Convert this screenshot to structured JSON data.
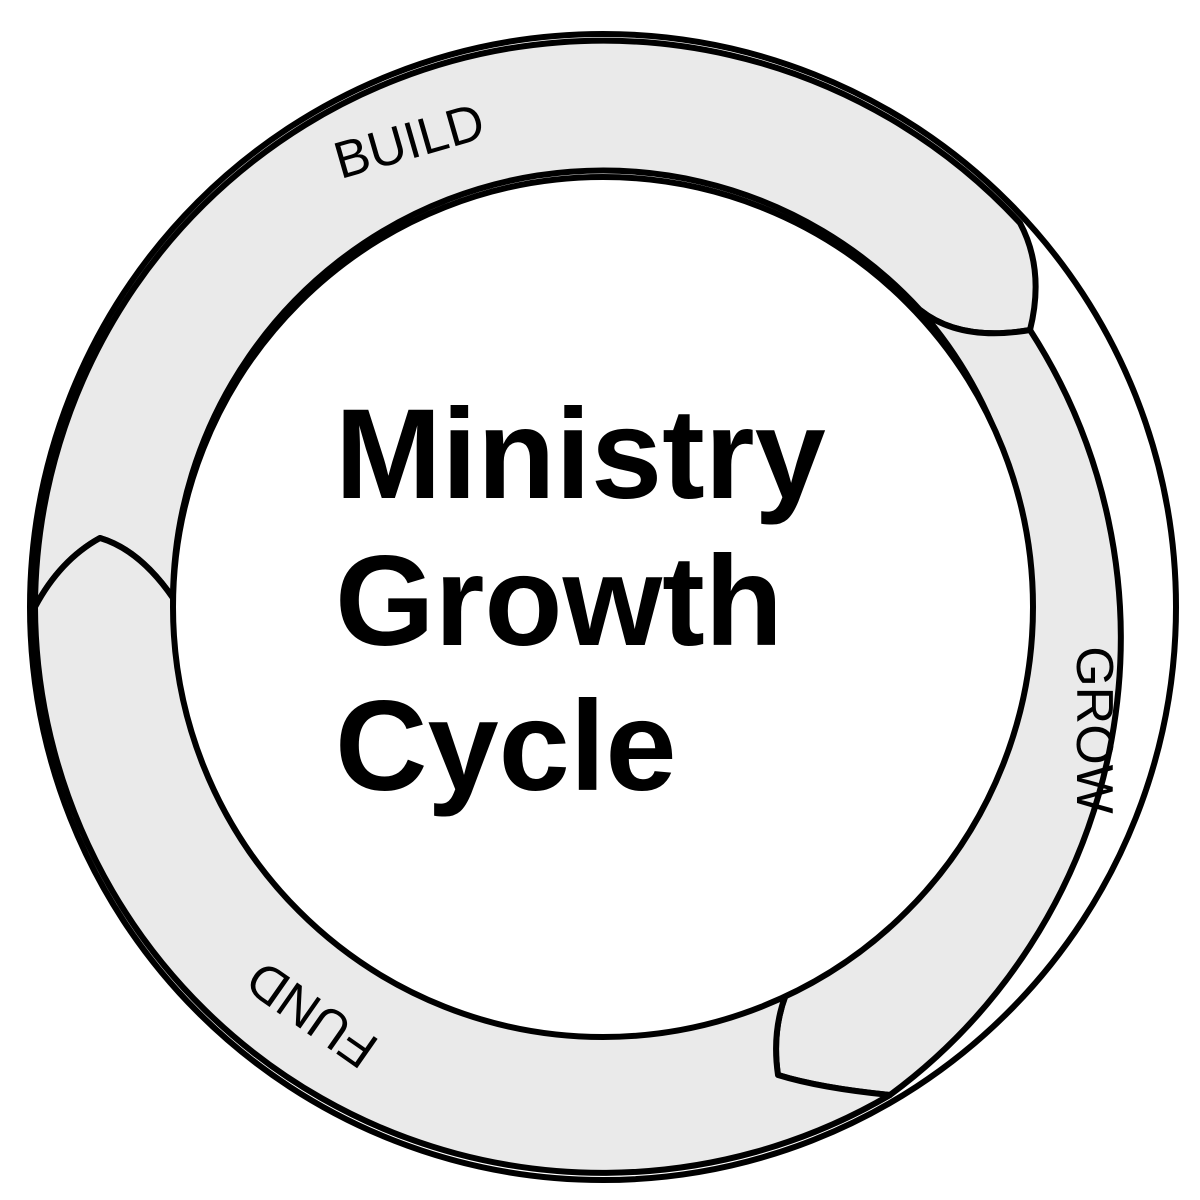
{
  "diagram": {
    "title_lines": [
      "Ministry",
      "Growth",
      "Cycle"
    ],
    "stages": [
      {
        "label": "BUILD"
      },
      {
        "label": "GROW"
      },
      {
        "label": "FUND"
      }
    ],
    "colors": {
      "ring_fill": "#eaeaea",
      "stroke": "#000000",
      "center_fill": "#ffffff"
    }
  }
}
